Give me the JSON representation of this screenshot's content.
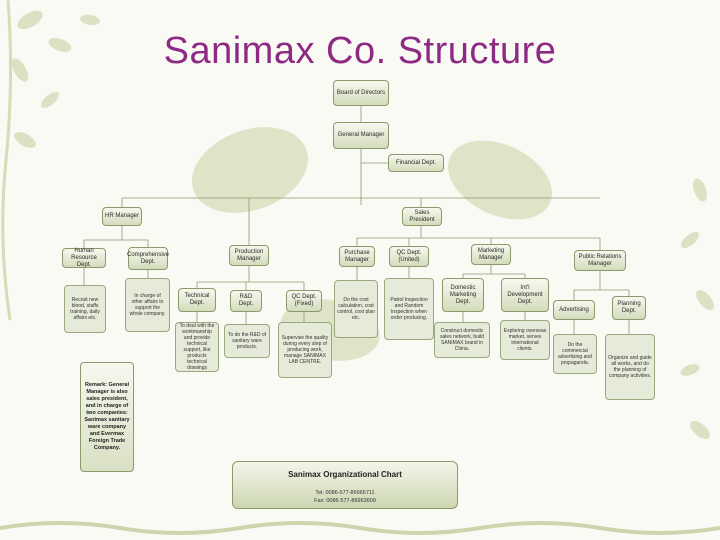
{
  "title": "Sanimax Co. Structure",
  "boxes": {
    "board": "Board of Directors",
    "gm": "General Manager",
    "financial": "Financial Dept.",
    "hr_manager": "HR Manager",
    "sales_president": "Sales President",
    "hr_dept": "Human Resource Dept.",
    "comprehensive": "Comprehensive Dept.",
    "production": "Production Manager",
    "purchase": "Purchase Manager",
    "qc_united": "QC Dept. (United)",
    "marketing": "Marketing Manager",
    "pr_manager": "Public Relations Manager",
    "technical": "Technical Dept.",
    "rd": "R&D Dept.",
    "qc_fixed": "QC Dept. (Fixed)",
    "domestic": "Domestic Marketing Dept.",
    "intl": "Int'l Development Dept.",
    "advertising": "Advertising",
    "planning": "Planning Dept."
  },
  "descriptions": {
    "hr": "Recruit new blood, staffs training, daily affairs etc.",
    "comprehensive": "In charge of other affairs to support the whole company.",
    "technical": "To deal with the workmanship and provide technical support, like products technical drawings",
    "rd": "To do the R&D of sanitary ware products.",
    "qc_fixed": "Supervise the quality during every step of producing work, manage SANIMAX LAB CENTRE.",
    "purchase": "Do the cost calculation, cost control, cost plan etc.",
    "qc_united": "Patrol Inspection and Random Inspection when order producing.",
    "domestic": "Construct domestic sales network, build SANIMAX brand in China.",
    "intl": "Exploring overseas market, serves international clients.",
    "advertising": "Do the commercial advertising and propaganda.",
    "planning": "Organize and guide all works, and do the planning of company activities."
  },
  "remark": "Remark: General Manager is also sales president, and in charge of two companies: Sanimax sanitary ware company and Evermax Foreign Trade Company.",
  "chart_label": {
    "title": "Sanimax Organizational Chart",
    "tel": "Tel: 0086-577-86966711",
    "fax": "Fax: 0086-577-86963609"
  }
}
